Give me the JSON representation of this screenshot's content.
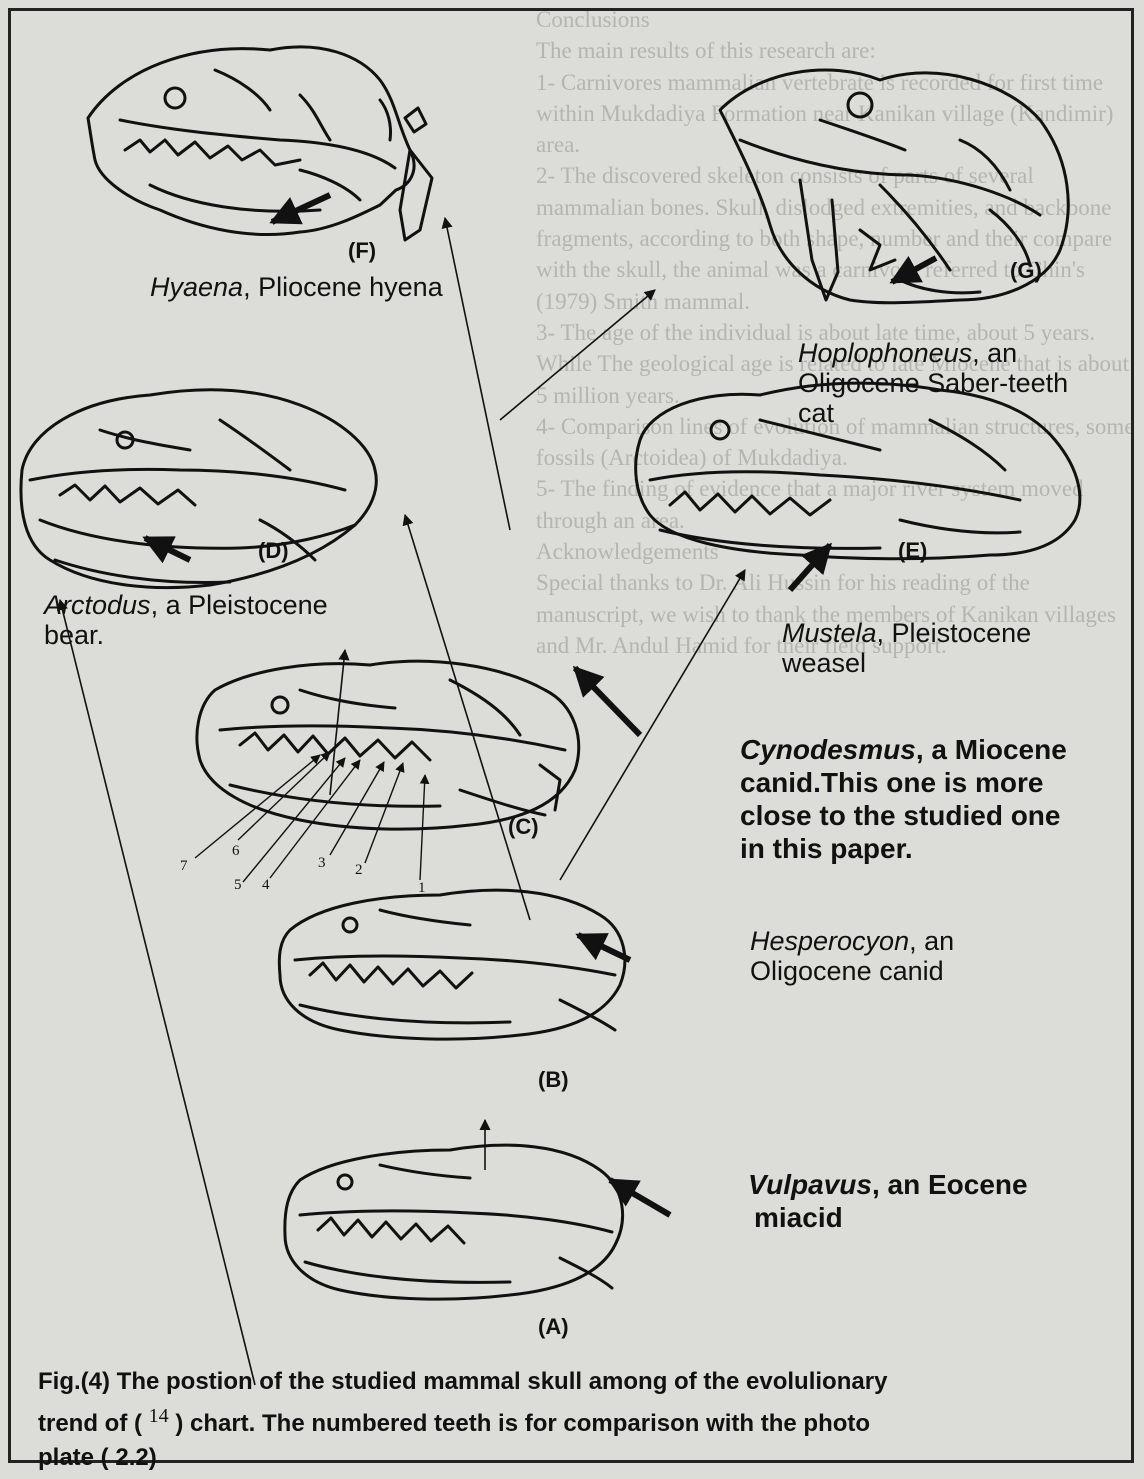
{
  "background_text": [
    "Conclusions",
    "The main results of this research are:",
    "1- Carnivores mammalian vertebrate is recorded for first time within Mukdadiya Formation near Kanikan village (Kandimir) area.",
    "2- The discovered skeleton consists of parts of several mammalian bones. Skull, dislodged extremities, and backbone fragments, according to both shape, number and their compare with the skull, the animal was a carnivore referred to Chin's (1979) Smith mammal.",
    "3- The age of the individual is about late time, about 5 years. While The geological age is related to late Miocene that is about 5 million years.",
    "4- Comparison lines of evolution of mammalian structures, some fossils (Arctoidea) of Mukdadiya.",
    "5- The finding of evidence that a major river system moved through an area.",
    "Acknowledgements",
    "Special thanks to Dr. Ali Hussin for his reading of the manuscript, we wish to thank the members of Kanikan villages and Mr. Andul Hamid for their field support."
  ],
  "specimens": [
    {
      "letter": "(F)",
      "genus": "Hyaena",
      "rest": ", Pliocene hyena"
    },
    {
      "letter": "(G)",
      "genus": "Hoplophoneus",
      "rest": ", an",
      "line2": "Oligocene Saber-teeth",
      "line3": "cat"
    },
    {
      "letter": "(D)",
      "genus": "Arctodus",
      "rest": ", a Pleistocene",
      "line2": "bear."
    },
    {
      "letter": "(E)",
      "genus": "Mustela",
      "rest": ", Pleistocene",
      "line2": "weasel"
    },
    {
      "letter": "(C)",
      "genus": "Cynodesmus",
      "rest": ", a Miocene",
      "line2": "canid.This one is more",
      "line3": "close to the studied one",
      "line4": "in this paper."
    },
    {
      "letter": "(B)",
      "genus": "Hesperocyon",
      "rest": ", an",
      "line2": "Oligocene canid"
    },
    {
      "letter": "(A)",
      "genus": "Vulpavus",
      "rest": ", an Eocene",
      "line2": "miacid"
    }
  ],
  "tooth_numbers": [
    "7",
    "6",
    "5",
    "4",
    "3",
    "2",
    "1"
  ],
  "caption": {
    "line1": "Fig.(4) The postion of the studied mammal skull  among of the evolulionary",
    "line2_a": "trend of ( ",
    "ref": "14",
    "line2_b": " ) chart. The numbered teeth is for comparison  with the photo",
    "line3": "plate ( 2.2)"
  },
  "colors": {
    "ink": "#111111",
    "paper": "#dcdcd8",
    "ghost_text": "#b4b4b0"
  }
}
